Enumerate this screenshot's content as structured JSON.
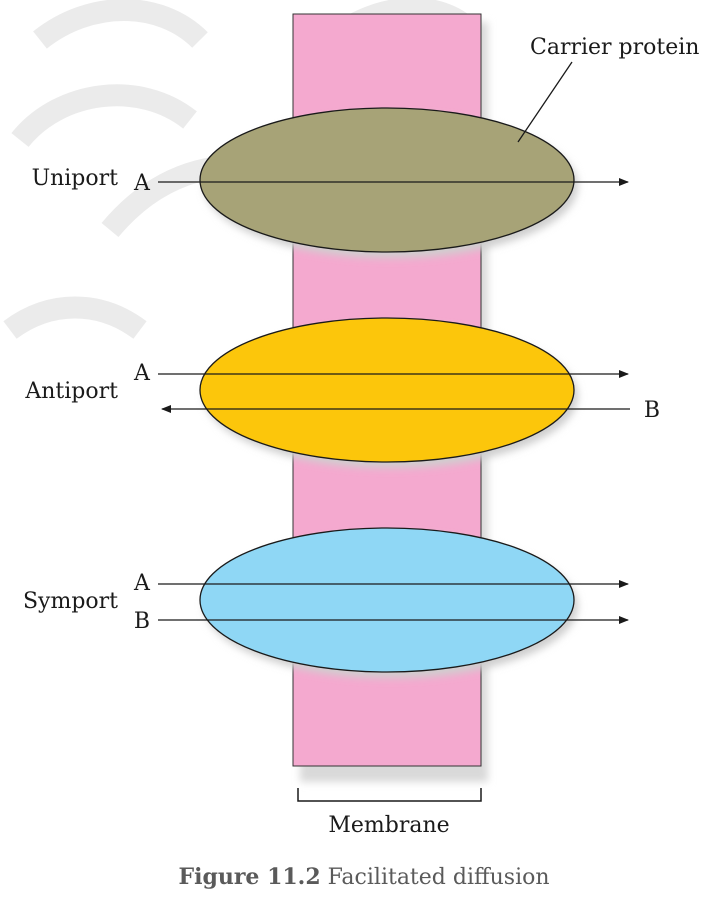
{
  "diagram": {
    "carrier_label": "Carrier protein",
    "membrane_label": "Membrane",
    "transporters": [
      {
        "name": "Uniport",
        "color": "#a7a377",
        "arrows": [
          {
            "label": "A",
            "direction": "right"
          }
        ]
      },
      {
        "name": "Antiport",
        "color": "#fcc60b",
        "arrows": [
          {
            "label": "A",
            "direction": "right"
          },
          {
            "label": "B",
            "direction": "left"
          }
        ]
      },
      {
        "name": "Symport",
        "color": "#8fd7f5",
        "arrows": [
          {
            "label": "A",
            "direction": "right"
          },
          {
            "label": "B",
            "direction": "right"
          }
        ]
      }
    ]
  },
  "colors": {
    "membrane": "#f4a9cf",
    "watermark": "#e8e8e8"
  },
  "caption": {
    "figure_label": "Figure 11.2",
    "text": "Facilitated diffusion"
  }
}
